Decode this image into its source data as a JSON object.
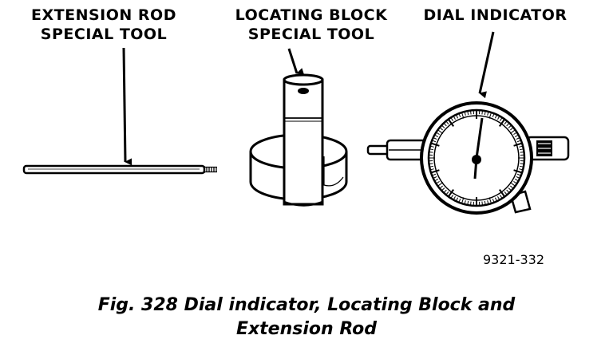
{
  "labels": {
    "extension_rod": [
      "EXTENSION ROD",
      "SPECIAL TOOL"
    ],
    "locating_block": [
      "LOCATING BLOCK",
      "SPECIAL TOOL"
    ],
    "dial_indicator": "DIAL INDICATOR"
  },
  "figure_number": "9321-332",
  "caption": [
    "Fig. 328 Dial indicator, Locating Block and",
    "Extension Rod"
  ]
}
